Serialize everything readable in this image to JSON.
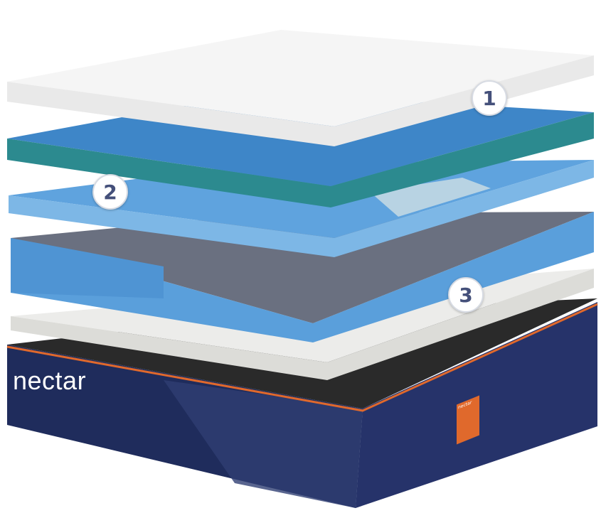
{
  "brand": {
    "logo_text": "nectar",
    "tag_text": "nectar"
  },
  "layer_labels": [
    "1",
    "2",
    "3"
  ],
  "colors": {
    "top_layer": "#f4f4f4",
    "teal_side": "#2c8a8f",
    "blue_top": "#3e86c8",
    "light_blue": "#5fa3de",
    "springs": "#5a9fdb",
    "gray_layer": "#e9e9e6",
    "base_navy": "#1e2b5a",
    "accent_orange": "#e0692c"
  }
}
